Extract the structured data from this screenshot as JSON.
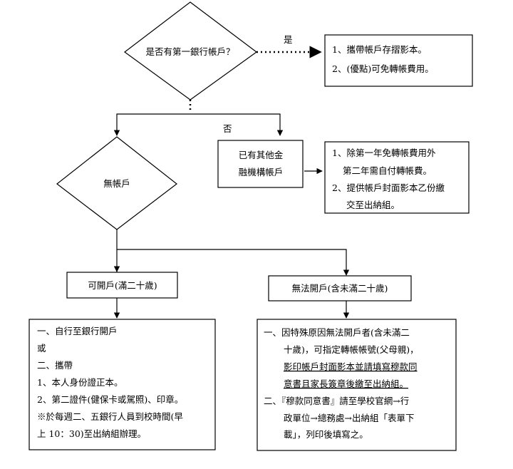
{
  "diamond_first_bank": {
    "label": "是否有第一銀行帳戶？"
  },
  "edge_yes": {
    "label": "是"
  },
  "edge_no": {
    "label": "否"
  },
  "box_has_account": {
    "lines": [
      "1、攜帶帳戶存摺影本。",
      "2、(優點)可免轉帳費用。"
    ]
  },
  "diamond_no_account": {
    "label": "無帳戶"
  },
  "box_other_bank": {
    "lines": [
      "已有其他金",
      "融機構帳戶"
    ]
  },
  "box_other_bank_note": {
    "lines": [
      "1、除第一年免轉帳費用外",
      "第二年需自付轉帳費。",
      "2、提供帳戶封面影本乙份繳",
      "交至出納組。"
    ]
  },
  "box_can_open": {
    "label": "可開戶(滿二十歲)"
  },
  "box_cannot_open": {
    "label": "無法開戶(含未滿二十歲)"
  },
  "box_can_open_detail": {
    "lines": [
      "一、自行至銀行開戶",
      "或",
      "二、攜帶",
      "1、本人身份證正本。",
      "2、第二證件(健保卡或駕照)、印章。",
      "※於每週二、五銀行人員到校時間(早",
      "上 10：30)至出納組辦理。"
    ]
  },
  "box_cannot_open_detail": {
    "lines": [
      "一、因特殊原因無法開戶者(含未滿二",
      "十歲)，可指定轉帳帳號(父母親)，",
      "影印帳戶封面影本並請填寫穆款同",
      "意書且家長簽章後繳至出納組。",
      "二、『穆款同意書』請至學校官網→行",
      "政單位→總務處→出納組「表單下",
      "載」，列印後填寫之。"
    ]
  }
}
